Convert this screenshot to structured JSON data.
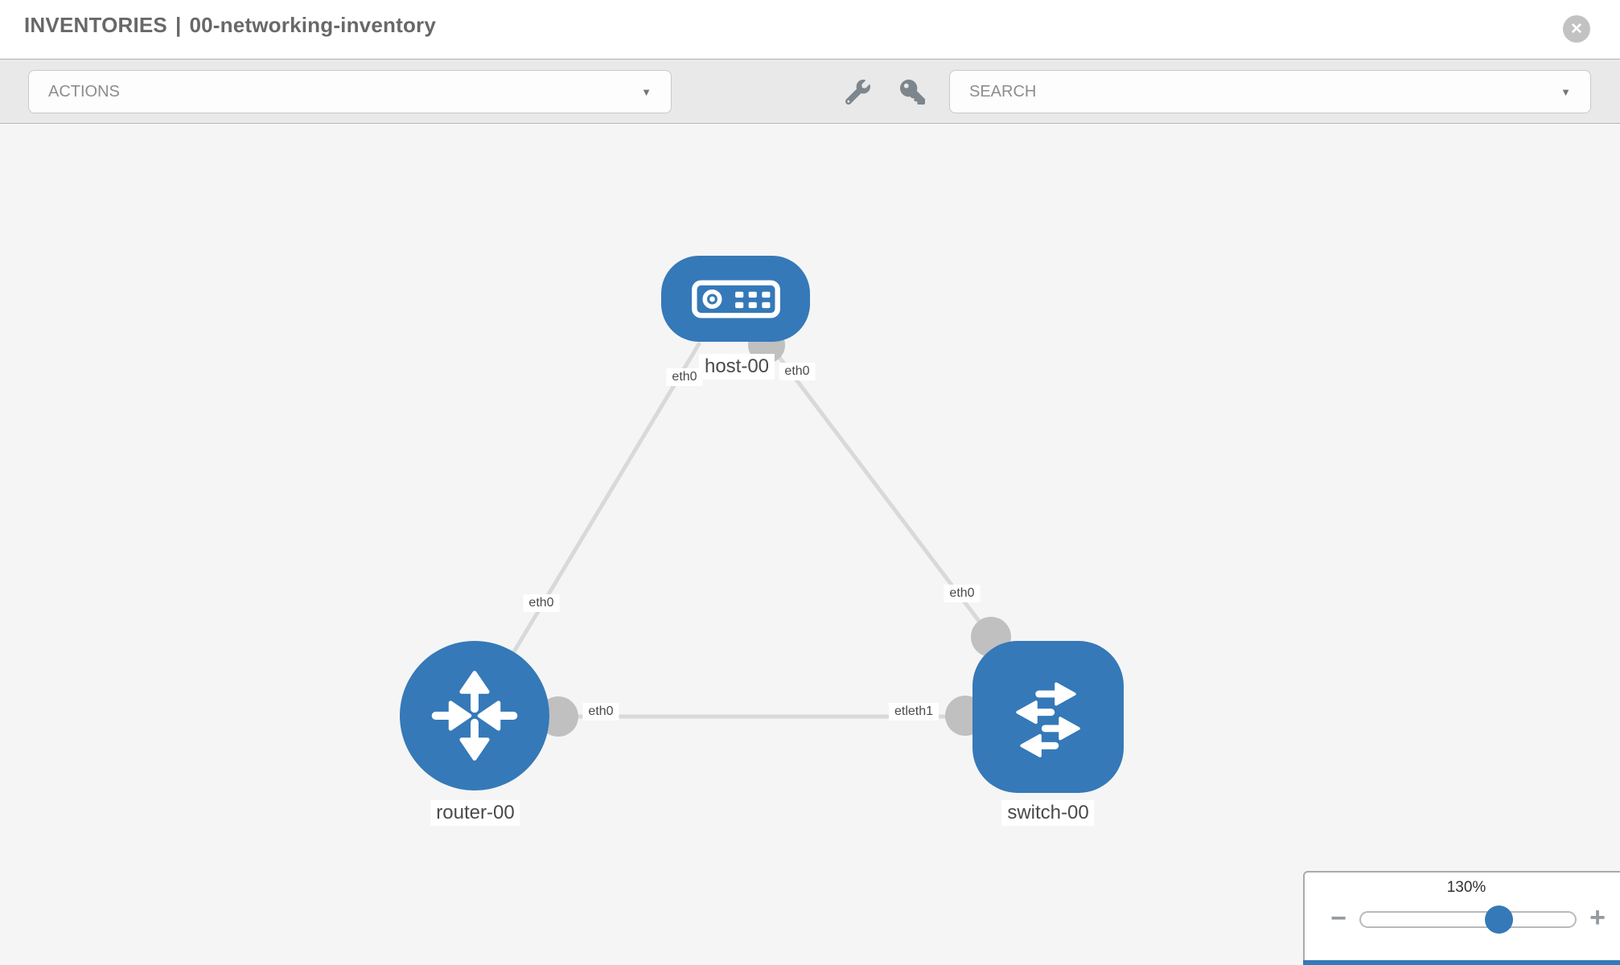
{
  "header": {
    "section": "INVENTORIES",
    "separator": "|",
    "inventory_name": "00-networking-inventory",
    "close_glyph": "✕"
  },
  "toolbar": {
    "actions_label": "ACTIONS",
    "search_label": "SEARCH",
    "caret_glyph": "▼",
    "icons": [
      "wrench-icon",
      "key-icon"
    ]
  },
  "topology": {
    "nodes": [
      {
        "id": "host-00",
        "label": "host-00",
        "type": "host",
        "shape": "rounded-rect",
        "icon": "server-icon"
      },
      {
        "id": "router-00",
        "label": "router-00",
        "type": "router",
        "shape": "circle",
        "icon": "router-arrows-icon"
      },
      {
        "id": "switch-00",
        "label": "switch-00",
        "type": "switch",
        "shape": "rounded-square",
        "icon": "switch-arrows-icon"
      }
    ],
    "links": [
      {
        "a": "host-00",
        "b": "router-00",
        "a_iface": "eth0",
        "b_iface": "eth0"
      },
      {
        "a": "host-00",
        "b": "switch-00",
        "a_iface": "eth0",
        "b_iface": "eth0"
      },
      {
        "a": "router-00",
        "b": "switch-00",
        "a_iface": "eth0",
        "b_iface": "etleth1"
      }
    ]
  },
  "zoom_control": {
    "level_label": "130%",
    "value_percent": 130,
    "minus_glyph": "−",
    "plus_glyph": "+"
  },
  "colors": {
    "accent": "#3579b8",
    "link": "#d9d9d9",
    "dot": "#c0c0c0",
    "canvas-bg": "#f5f5f5",
    "toolbar-bg": "#e9e9e9"
  }
}
